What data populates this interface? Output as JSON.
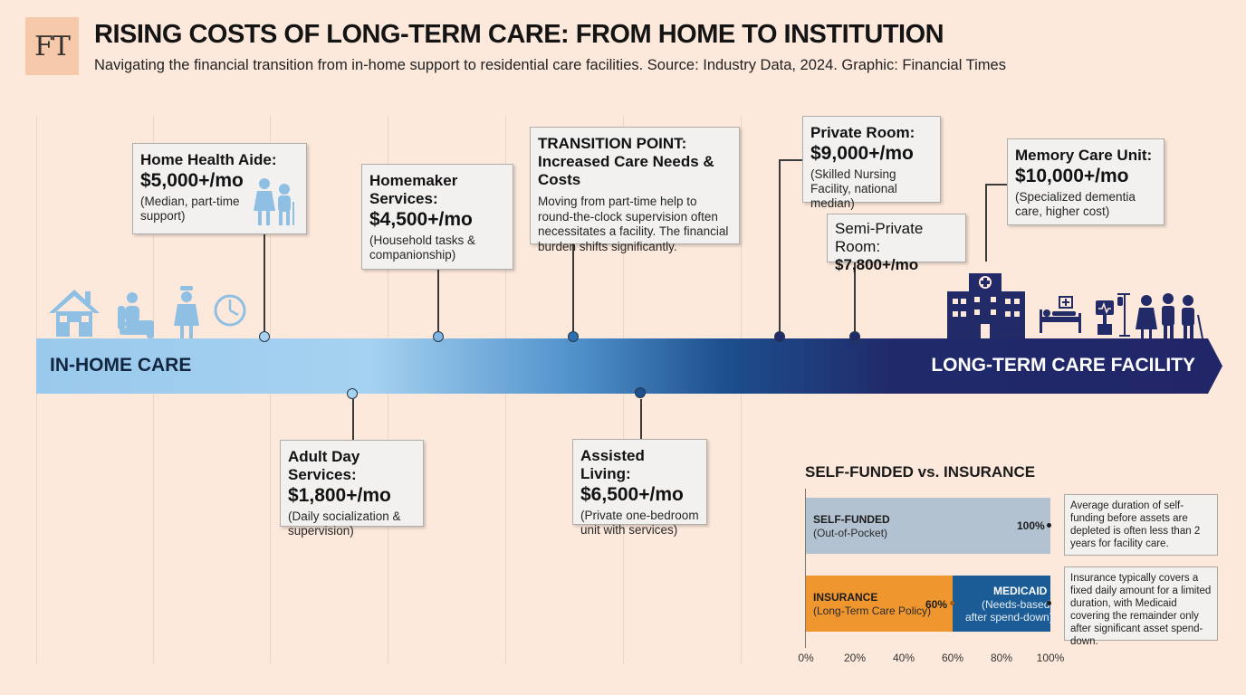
{
  "header": {
    "logo": "FT",
    "title": "RISING COSTS OF LONG-TERM CARE: FROM HOME TO INSTITUTION",
    "subtitle": "Navigating the financial transition from in-home support to residential care facilities. Source: Industry Data, 2024. Graphic: Financial Times"
  },
  "timeline": {
    "start_label": "IN-HOME CARE",
    "end_label": "LONG-TERM CARE FACILITY",
    "gradient_colors": [
      "#99c9ec",
      "#4d8fc9",
      "#1d4f8e",
      "#212669"
    ]
  },
  "callouts": {
    "home_health": {
      "label": "Home Health Aide:",
      "price": "$5,000+/mo",
      "note": "(Median, part-time support)"
    },
    "homemaker": {
      "label": "Homemaker Services:",
      "price": "$4,500+/mo",
      "note": "(Household tasks & companionship)"
    },
    "transition": {
      "label": "TRANSITION POINT: Increased Care Needs & Costs",
      "body": "Moving from part-time help to round-the-clock supervision often necessitates a facility. The financial burden shifts significantly."
    },
    "private_room": {
      "label": "Private Room:",
      "price": "$9,000+/mo",
      "note": "(Skilled Nursing Facility, national median)"
    },
    "semi_private": {
      "label": "Semi-Private Room:",
      "price": "$7,800+/mo"
    },
    "memory_care": {
      "label": "Memory Care Unit:",
      "price": "$10,000+/mo",
      "note": "(Specialized dementia care, higher cost)"
    },
    "adult_day": {
      "label": "Adult Day Services:",
      "price": "$1,800+/mo",
      "note": "(Daily socialization & supervision)"
    },
    "assisted_living": {
      "label": "Assisted Living:",
      "price": "$6,500+/mo",
      "note": "(Private one-bedroom unit with services)"
    }
  },
  "icons": {
    "left": [
      "house-icon",
      "armchair-person-icon",
      "nurse-icon",
      "clock-icon"
    ],
    "callout": "caregiver-elder-icon",
    "right": [
      "hospital-building-icon",
      "hospital-bed-icon",
      "medical-monitor-icon",
      "iv-pole-icon",
      "elderly-people-icon"
    ]
  },
  "funding": {
    "title": "SELF-FUNDED vs. INSURANCE",
    "self_funded": {
      "label": "SELF-FUNDED",
      "sub": "(Out-of-Pocket)",
      "value_label": "100%",
      "note": "Average duration of self-funding before assets are depleted is often less than 2 years for facility care."
    },
    "insurance": {
      "label": "INSURANCE",
      "sub": "(Long-Term Care Policy)",
      "value_label": "60%",
      "note": "Insurance typically covers a fixed daily amount for a limited duration, with Medicaid covering the remainder only after significant asset spend-down."
    },
    "medicaid": {
      "label": "MEDICAID",
      "sub1": "(Needs-based,",
      "sub2": "after spend-down)"
    },
    "ticks": [
      "0%",
      "20%",
      "40%",
      "60%",
      "80%",
      "100%"
    ],
    "colors": {
      "self_funded": "#b2c2d1",
      "insurance": "#f0962f",
      "medicaid": "#1b5c96"
    }
  },
  "chart_data": {
    "type": "bar",
    "title": "SELF-FUNDED vs. INSURANCE",
    "categories": [
      "SELF-FUNDED",
      "INSURANCE / MEDICAID"
    ],
    "series": [
      {
        "name": "SELF-FUNDED",
        "values": [
          100,
          0
        ]
      },
      {
        "name": "INSURANCE",
        "values": [
          0,
          60
        ]
      },
      {
        "name": "MEDICAID",
        "values": [
          0,
          40
        ]
      }
    ],
    "xlim": [
      0,
      100
    ],
    "ticks": [
      "0%",
      "20%",
      "40%",
      "60%",
      "80%",
      "100%"
    ]
  }
}
